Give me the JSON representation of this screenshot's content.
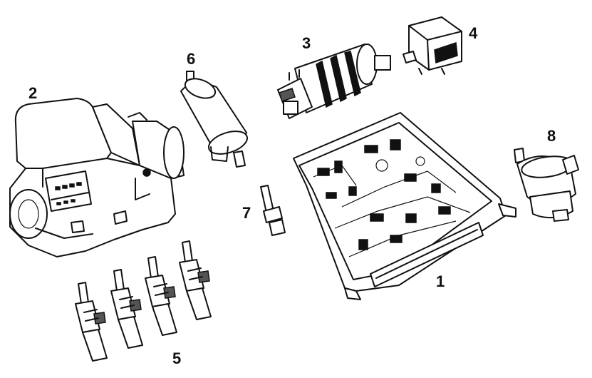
{
  "labels": {
    "ecu": "1",
    "air_flow_meter": "2",
    "fuel_pump": "3",
    "relay": "4",
    "injectors": "5",
    "fuel_filter": "6",
    "temp_sensor": "7",
    "pressure_regulator": "8"
  }
}
